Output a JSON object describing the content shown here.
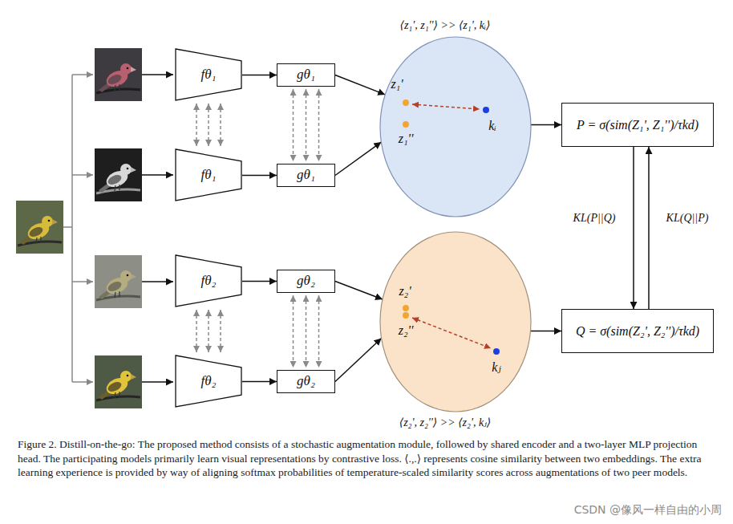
{
  "diagram": {
    "caption": "Figure 2. Distill-on-the-go: The proposed method consists of a stochastic augmentation module, followed by shared encoder and a two-layer MLP projection head. The participating models primarily learn visual representations by contrastive loss. ⟨.,.⟩ represents cosine similarity between two embeddings. The extra learning experience is provided by way of aligning softmax probabilities of temperature-scaled similarity scores across augmentations of two peer models.",
    "nodes": [
      {
        "text": [
          "fθ₁"
        ]
      },
      {
        "text": [
          "gθ₁"
        ]
      },
      {
        "text": [
          "fθ₁"
        ]
      },
      {
        "text": [
          "gθ₁"
        ]
      },
      {
        "text": [
          "⟨z₁', z₁''⟩ >> ⟨z₁', kᵢ⟩",
          "z₁'",
          "z₁''",
          "kᵢ"
        ]
      },
      {
        "text": [
          "P = σ(sim(Z₁', Z₁'')/τkd)"
        ]
      },
      {
        "text": [
          "fθ₂"
        ]
      },
      {
        "text": [
          "gθ₂"
        ]
      },
      {
        "text": [
          "fθ₂"
        ]
      },
      {
        "text": [
          "gθ₂"
        ]
      },
      {
        "text": [
          "⟨z₂', z₂''⟩ >> ⟨z₂', kⱼ⟩",
          "z₂'",
          "z₂''",
          "kⱼ"
        ]
      },
      {
        "text": [
          "Q = σ(sim(Z₂', Z₂'')/τkd)"
        ]
      }
    ],
    "edges": [
      {
        "from": 0,
        "to": 1,
        "arrow": "to"
      },
      {
        "from": 2,
        "to": 3,
        "arrow": "to"
      },
      {
        "from": 6,
        "to": 7,
        "arrow": "to"
      },
      {
        "from": 8,
        "to": 9,
        "arrow": "to"
      },
      {
        "from": 0,
        "to": 2,
        "arrow": "both"
      },
      {
        "from": 0,
        "to": 2,
        "arrow": "both"
      },
      {
        "from": 0,
        "to": 2,
        "arrow": "both"
      },
      {
        "from": 1,
        "to": 3,
        "arrow": "both"
      },
      {
        "from": 1,
        "to": 3,
        "arrow": "both"
      },
      {
        "from": 1,
        "to": 3,
        "arrow": "both"
      },
      {
        "from": 6,
        "to": 8,
        "arrow": "both"
      },
      {
        "from": 6,
        "to": 8,
        "arrow": "both"
      },
      {
        "from": 6,
        "to": 8,
        "arrow": "both"
      },
      {
        "from": 7,
        "to": 9,
        "arrow": "both"
      },
      {
        "from": 7,
        "to": 9,
        "arrow": "both"
      },
      {
        "from": 7,
        "to": 9,
        "arrow": "both"
      },
      {
        "from": 1,
        "to": 4,
        "arrow": "to"
      },
      {
        "from": 3,
        "to": 4,
        "arrow": "to"
      },
      {
        "from": 7,
        "to": 10,
        "arrow": "to"
      },
      {
        "from": 9,
        "to": 10,
        "arrow": "to"
      },
      {
        "from": 4,
        "to": 5,
        "arrow": "to"
      },
      {
        "from": 10,
        "to": 11,
        "arrow": "to"
      },
      {
        "from": 5,
        "to": 11,
        "label": "KL(P||Q)",
        "arrow": "to"
      },
      {
        "from": 11,
        "to": 5,
        "label": "KL(Q||P)",
        "arrow": "to"
      }
    ],
    "labels": [
      "CSDN @像风一样自由的小周"
    ]
  }
}
